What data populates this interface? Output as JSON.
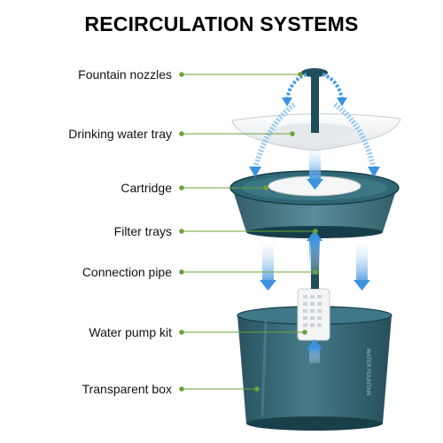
{
  "title": "RECIRCULATION SYSTEMS",
  "labels": [
    {
      "id": "fountain-nozzles",
      "text": "Fountain nozzles"
    },
    {
      "id": "drinking-water-tray",
      "text": "Drinking water tray"
    },
    {
      "id": "cartridge",
      "text": "Cartridge"
    },
    {
      "id": "filter-trays",
      "text": "Filter trays"
    },
    {
      "id": "connection-pipe",
      "text": "Connection pipe"
    },
    {
      "id": "water-pump-kit",
      "text": "Water pump kit"
    },
    {
      "id": "transparent-box",
      "text": "Transparent box"
    }
  ],
  "box_text": "WATER FOUNTAIN",
  "colors": {
    "leader": "#6aa43a",
    "dot": "#6aa43a",
    "teal_dark": "#1f4f5a",
    "teal": "#2f6a78",
    "arrow": "#5aa7e8",
    "tray": "#f1f3f5"
  }
}
